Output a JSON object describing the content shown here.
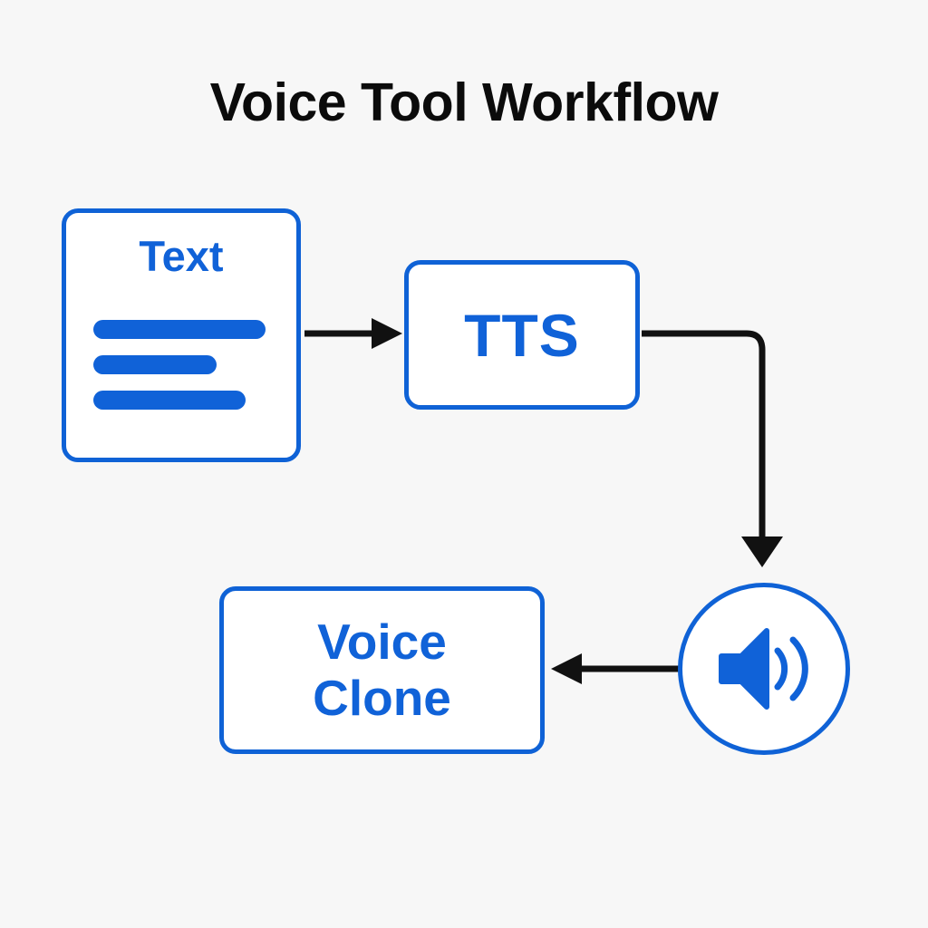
{
  "title": "Voice Tool Workflow",
  "background_color": "#f7f7f7",
  "accent_color": "#1062d8",
  "title_color": "#0b0b0b",
  "nodes": {
    "text": {
      "label": "Text",
      "shape": "rounded-rectangle",
      "icon": "document-lines-icon",
      "line_count": 3
    },
    "tts": {
      "label": "TTS",
      "shape": "rounded-rectangle"
    },
    "voice_clone": {
      "label_line1": "Voice",
      "label_line2": "Clone",
      "shape": "rounded-rectangle"
    },
    "speaker": {
      "label": "",
      "shape": "circle",
      "icon": "speaker-volume-icon"
    }
  },
  "edges": [
    {
      "from": "text",
      "to": "tts",
      "direction": "right",
      "style": "straight-arrow",
      "color": "#111111"
    },
    {
      "from": "tts",
      "to": "speaker",
      "direction": "down",
      "style": "elbow-arrow",
      "color": "#111111"
    },
    {
      "from": "speaker",
      "to": "voice_clone",
      "direction": "left",
      "style": "straight-arrow",
      "color": "#111111"
    }
  ]
}
